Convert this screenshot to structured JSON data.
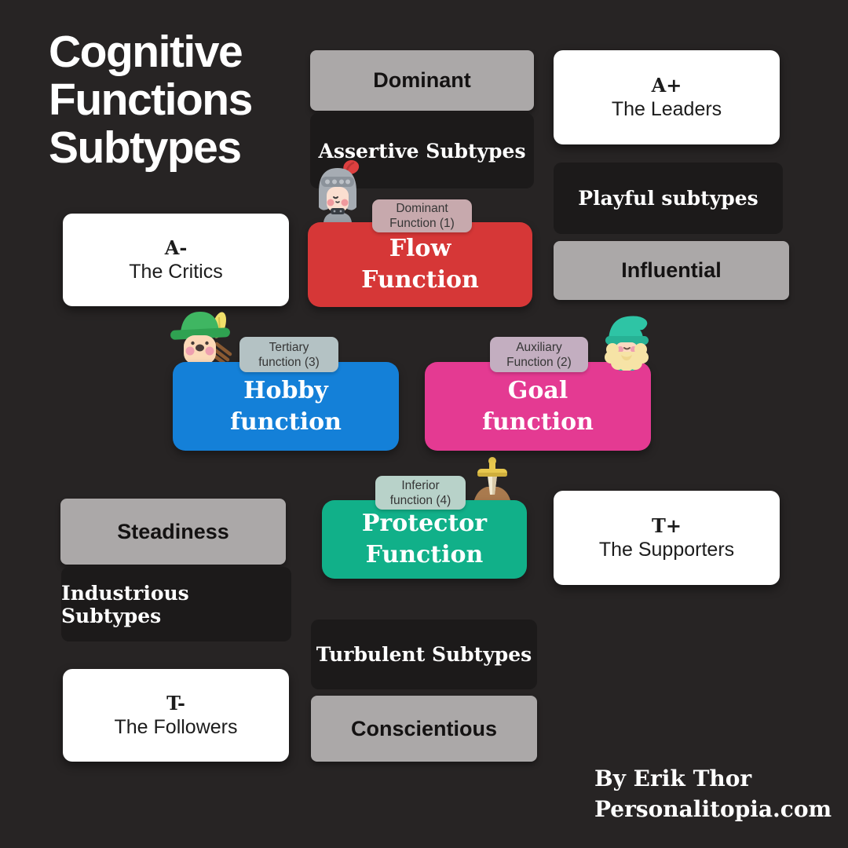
{
  "title": {
    "lines": [
      "Cognitive",
      "Functions",
      "Subtypes"
    ]
  },
  "colors": {
    "background": "#272424",
    "panel_dark": "#1c1a1a",
    "button_gray": "#aba8a8",
    "card_white": "#ffffff",
    "flow_red": "#d63737",
    "hobby_blue": "#1480d8",
    "goal_pink": "#e43a92",
    "protector_teal": "#11b089",
    "tag_on_red": "#c7a9ad",
    "tag_on_blue": "#b4c2c4",
    "tag_on_pink": "#c3aec0",
    "tag_on_teal": "#b8d2c9"
  },
  "cards": {
    "assertive": {
      "button": "Dominant",
      "caption": "Assertive Subtypes"
    },
    "leaders": {
      "code": "A+",
      "name": "The Leaders"
    },
    "playful": {
      "caption": "Playful subtypes",
      "button": "Influential"
    },
    "critics": {
      "code": "A-",
      "name": "The Critics"
    },
    "industrious": {
      "button": "Steadiness",
      "caption": "Industrious Subtypes"
    },
    "supporters": {
      "code": "T+",
      "name": "The Supporters"
    },
    "turbulent": {
      "caption": "Turbulent Subtypes",
      "button": "Conscientious"
    },
    "followers": {
      "code": "T-",
      "name": "The Followers"
    }
  },
  "functions": [
    {
      "tag_line1": "Dominant",
      "tag_line2": "Function (1)",
      "name_line1": "Flow",
      "name_line2": "Function",
      "icon": "knight-icon",
      "color": "#d63737",
      "tag_color": "#c7a9ad"
    },
    {
      "tag_line1": "Tertiary",
      "tag_line2": "function (3)",
      "name_line1": "Hobby",
      "name_line2": "function",
      "icon": "elf-icon",
      "color": "#1480d8",
      "tag_color": "#b4c2c4"
    },
    {
      "tag_line1": "Auxiliary",
      "tag_line2": "Function (2)",
      "name_line1": "Goal",
      "name_line2": "function",
      "icon": "gnome-icon",
      "color": "#e43a92",
      "tag_color": "#c3aec0"
    },
    {
      "tag_line1": "Inferior",
      "tag_line2": "function (4)",
      "name_line1": "Protector",
      "name_line2": "Function",
      "icon": "sword-icon",
      "color": "#11b089",
      "tag_color": "#b8d2c9"
    }
  ],
  "credit": {
    "line1": "By Erik Thor",
    "line2": "Personalitopia.com"
  }
}
